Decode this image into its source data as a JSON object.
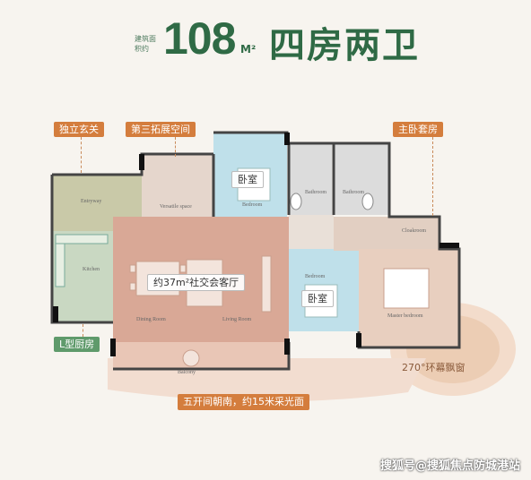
{
  "header": {
    "area_label": "建筑面积约",
    "area_value": "108",
    "area_unit": "M²",
    "layout": "四房两卫"
  },
  "tags": {
    "entrance": "独立玄关",
    "third_space": "第三拓展空间",
    "master_suite": "主卧套房",
    "kitchen": "L型厨房",
    "social_hall": "约37m²社交会客厅",
    "bedroom_top": "卧室",
    "bedroom_mid": "卧室",
    "bay_window": "270°环幕飘窗",
    "south_face": "五开间朝南，约15米采光面"
  },
  "room_labels": {
    "entryway": "Entryway",
    "versatile": "Versatile space",
    "bedroom1": "Bedroom",
    "bathroom1": "Bathroom",
    "bathroom2": "Bathroom",
    "kitchen": "Kitchen",
    "cloakroom": "Cloakroom",
    "bedroom2": "Bedroom",
    "dining": "Dining Room",
    "living": "Living Room",
    "master": "Master bedroom",
    "balcony": "Balcony"
  },
  "watermark": "搜狐号@搜狐焦点防城港站",
  "colors": {
    "brand_green": "#2f6a45",
    "accent_orange": "#d47d3d",
    "living_fill": "#d9a896",
    "bay_fill": "#f1d7c4"
  }
}
